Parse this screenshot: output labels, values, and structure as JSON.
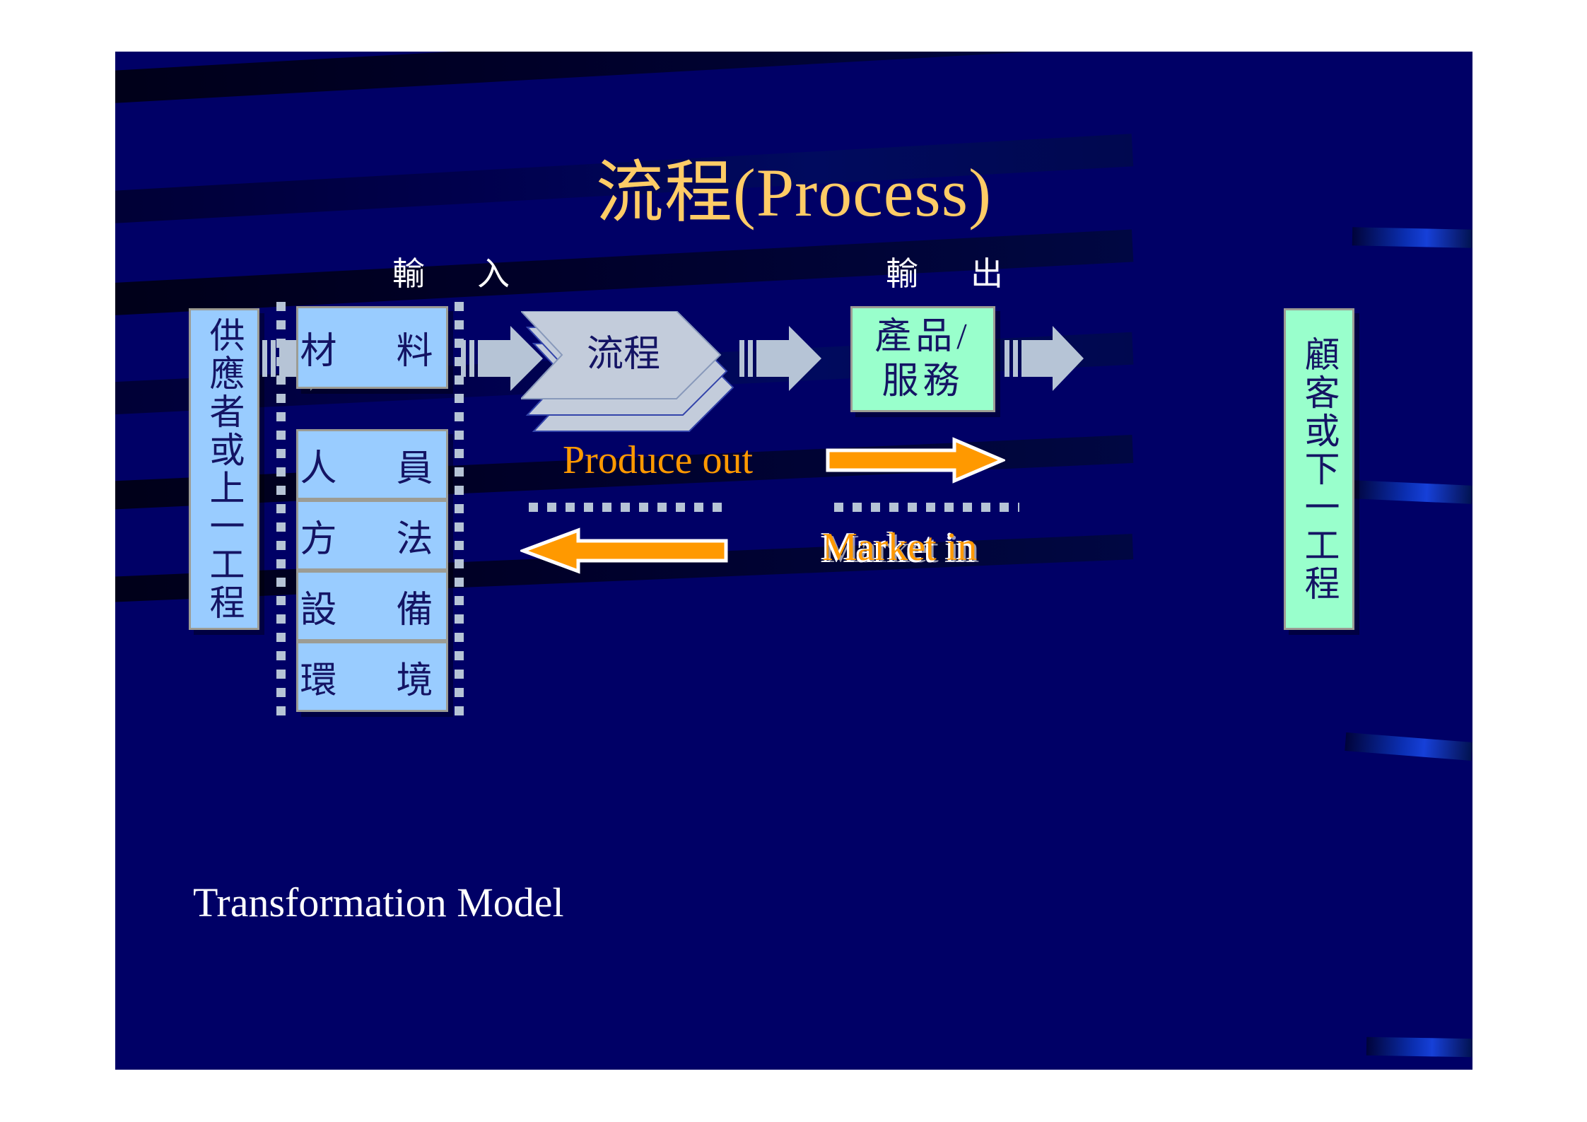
{
  "slide": {
    "title": "流程(Process)",
    "footer": "Transformation Model",
    "background_color": "#000066",
    "title_color": "#ffcc66",
    "accent_color": "#ff9900"
  },
  "captions": {
    "input": "輸　入",
    "output": "輸　出"
  },
  "boxes": {
    "supplier": {
      "label": "供應者或上一工程",
      "color": "#99ccff"
    },
    "material": {
      "label": "材　料",
      "color": "#99ccff"
    },
    "process": {
      "label": "流程",
      "color": "#c3ccdb"
    },
    "product": {
      "line1": "產品/",
      "line2": "服務",
      "color": "#99ffcc"
    },
    "customer": {
      "label": "顧客或下一工程",
      "color": "#99ffcc"
    }
  },
  "resources": [
    {
      "label": "人　員"
    },
    {
      "label": "方　法"
    },
    {
      "label": "設　備"
    },
    {
      "label": "環　境"
    }
  ],
  "flows": {
    "produce_out": "Produce out",
    "market_in": "Market in"
  },
  "icons": {
    "feed_arrow": "right-arrow-icon",
    "produce_arrow": "orange-right-arrow-icon",
    "market_arrow": "orange-left-arrow-icon",
    "process_chevron": "layered-chevron-icon"
  }
}
